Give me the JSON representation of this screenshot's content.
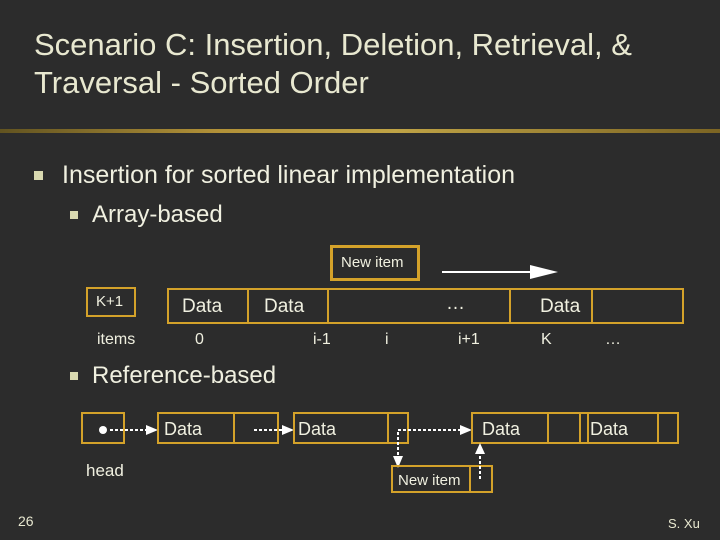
{
  "slide": {
    "title": "Scenario C: Insertion, Deletion, Retrieval, & Traversal - Sorted Order",
    "number": "26",
    "credit": "S. Xu"
  },
  "bullets": {
    "main": "Insertion for sorted linear implementation",
    "array": "Array-based",
    "reference": "Reference-based"
  },
  "array_diagram": {
    "new_item": "New item",
    "count": "K+1",
    "count_label": "items",
    "cells": [
      "Data",
      "Data",
      "…",
      "Data"
    ],
    "indices": [
      "0",
      "i-1",
      "i",
      "i+1",
      "K",
      "…"
    ]
  },
  "list_diagram": {
    "head_label": "head",
    "nodes": [
      "Data",
      "Data",
      "Data",
      "Data"
    ],
    "new_item": "New item"
  },
  "colors": {
    "background": "#2c2c2c",
    "accent": "#d4a22a"
  }
}
